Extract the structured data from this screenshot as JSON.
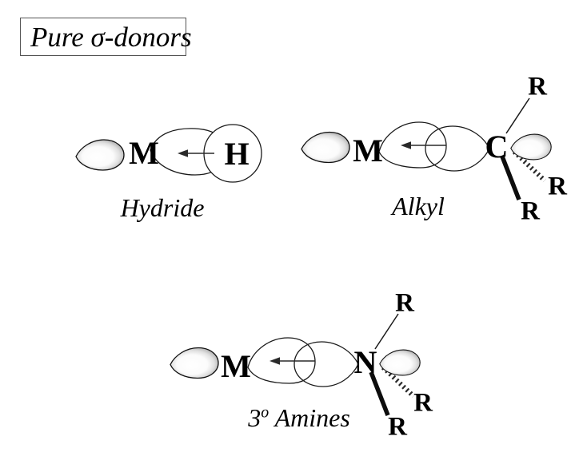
{
  "title": {
    "label": "Pure σ-donors"
  },
  "diagrams": {
    "hydride": {
      "metal": "M",
      "atom": "H",
      "caption": "Hydride"
    },
    "alkyl": {
      "metal": "M",
      "atom": "C",
      "caption": "Alkyl",
      "r_labels": [
        "R",
        "R",
        "R"
      ]
    },
    "amines": {
      "metal": "M",
      "atom": "N",
      "caption_base": "3",
      "caption_sup": "o",
      "caption_rest": " Amines",
      "r_labels": [
        "R",
        "R",
        "R"
      ]
    }
  },
  "colors": {
    "ink": "#000000",
    "box_border": "#555555",
    "lobe_edge": "#111111"
  }
}
